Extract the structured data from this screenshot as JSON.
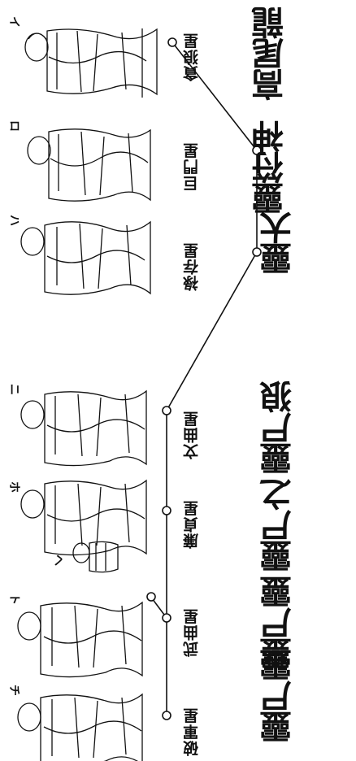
{
  "title": "",
  "figures": [
    {
      "marker": "イ",
      "star": "貪狼星",
      "seal": "高尾龍"
    },
    {
      "marker": "ロ",
      "star": "巨門星",
      "seal": "靈符神"
    },
    {
      "marker": "ハ",
      "star": "祿存星",
      "seal": "靈大"
    },
    {
      "marker": "ニ",
      "star": "文曲星",
      "seal": "靈尸狼"
    },
    {
      "marker": "ホ",
      "star": "廉貞星",
      "seal": "靈尸之"
    },
    {
      "marker": "ヘ",
      "star": "",
      "seal": ""
    },
    {
      "marker": "ト",
      "star": "武曲星",
      "seal": "靈尸靈"
    },
    {
      "marker": "チ",
      "star": "破軍星",
      "seal": "靈尸靈"
    }
  ]
}
